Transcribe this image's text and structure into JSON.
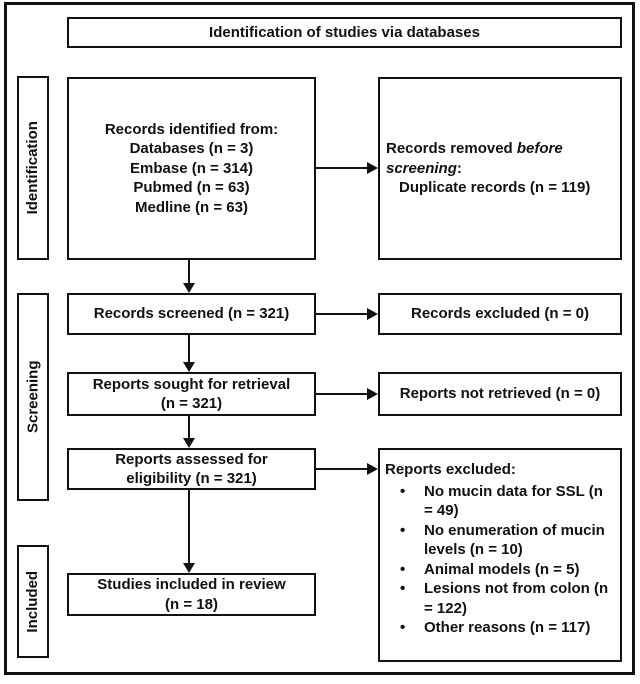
{
  "title": "Identification of studies via databases",
  "sidebar": {
    "identification": "Identification",
    "screening": "Screening",
    "included": "Included"
  },
  "flow": {
    "records_identified": {
      "heading": "Records identified from:",
      "sources": [
        "Databases (n = 3)",
        "Embase (n = 314)",
        "Pubmed (n = 63)",
        "Medline (n = 63)"
      ]
    },
    "records_removed": {
      "prefix": "Records removed ",
      "italic_word1": "before",
      "italic_word2": "screening",
      "suffix": ":",
      "detail": "Duplicate records (n = 119)"
    },
    "records_screened": "Records screened (n = 321)",
    "records_excluded": "Records excluded (n = 0)",
    "reports_sought": {
      "line1": "Reports sought for retrieval",
      "line2": "(n = 321)"
    },
    "reports_not_retrieved": "Reports not retrieved (n = 0)",
    "reports_assessed": {
      "line1": "Reports assessed for",
      "line2": "eligibility (n = 321)"
    },
    "reports_excluded": {
      "heading": "Reports excluded:",
      "reasons": [
        "No mucin data for SSL (n = 49)",
        "No enumeration of mucin levels (n = 10)",
        "Animal models (n = 5)",
        "Lesions not from colon (n = 122)",
        "Other reasons (n = 117)"
      ]
    },
    "studies_included": {
      "line1": "Studies included in review",
      "line2": "(n = 18)"
    }
  },
  "colors": {
    "ink": "#111111",
    "background": "#ffffff"
  }
}
